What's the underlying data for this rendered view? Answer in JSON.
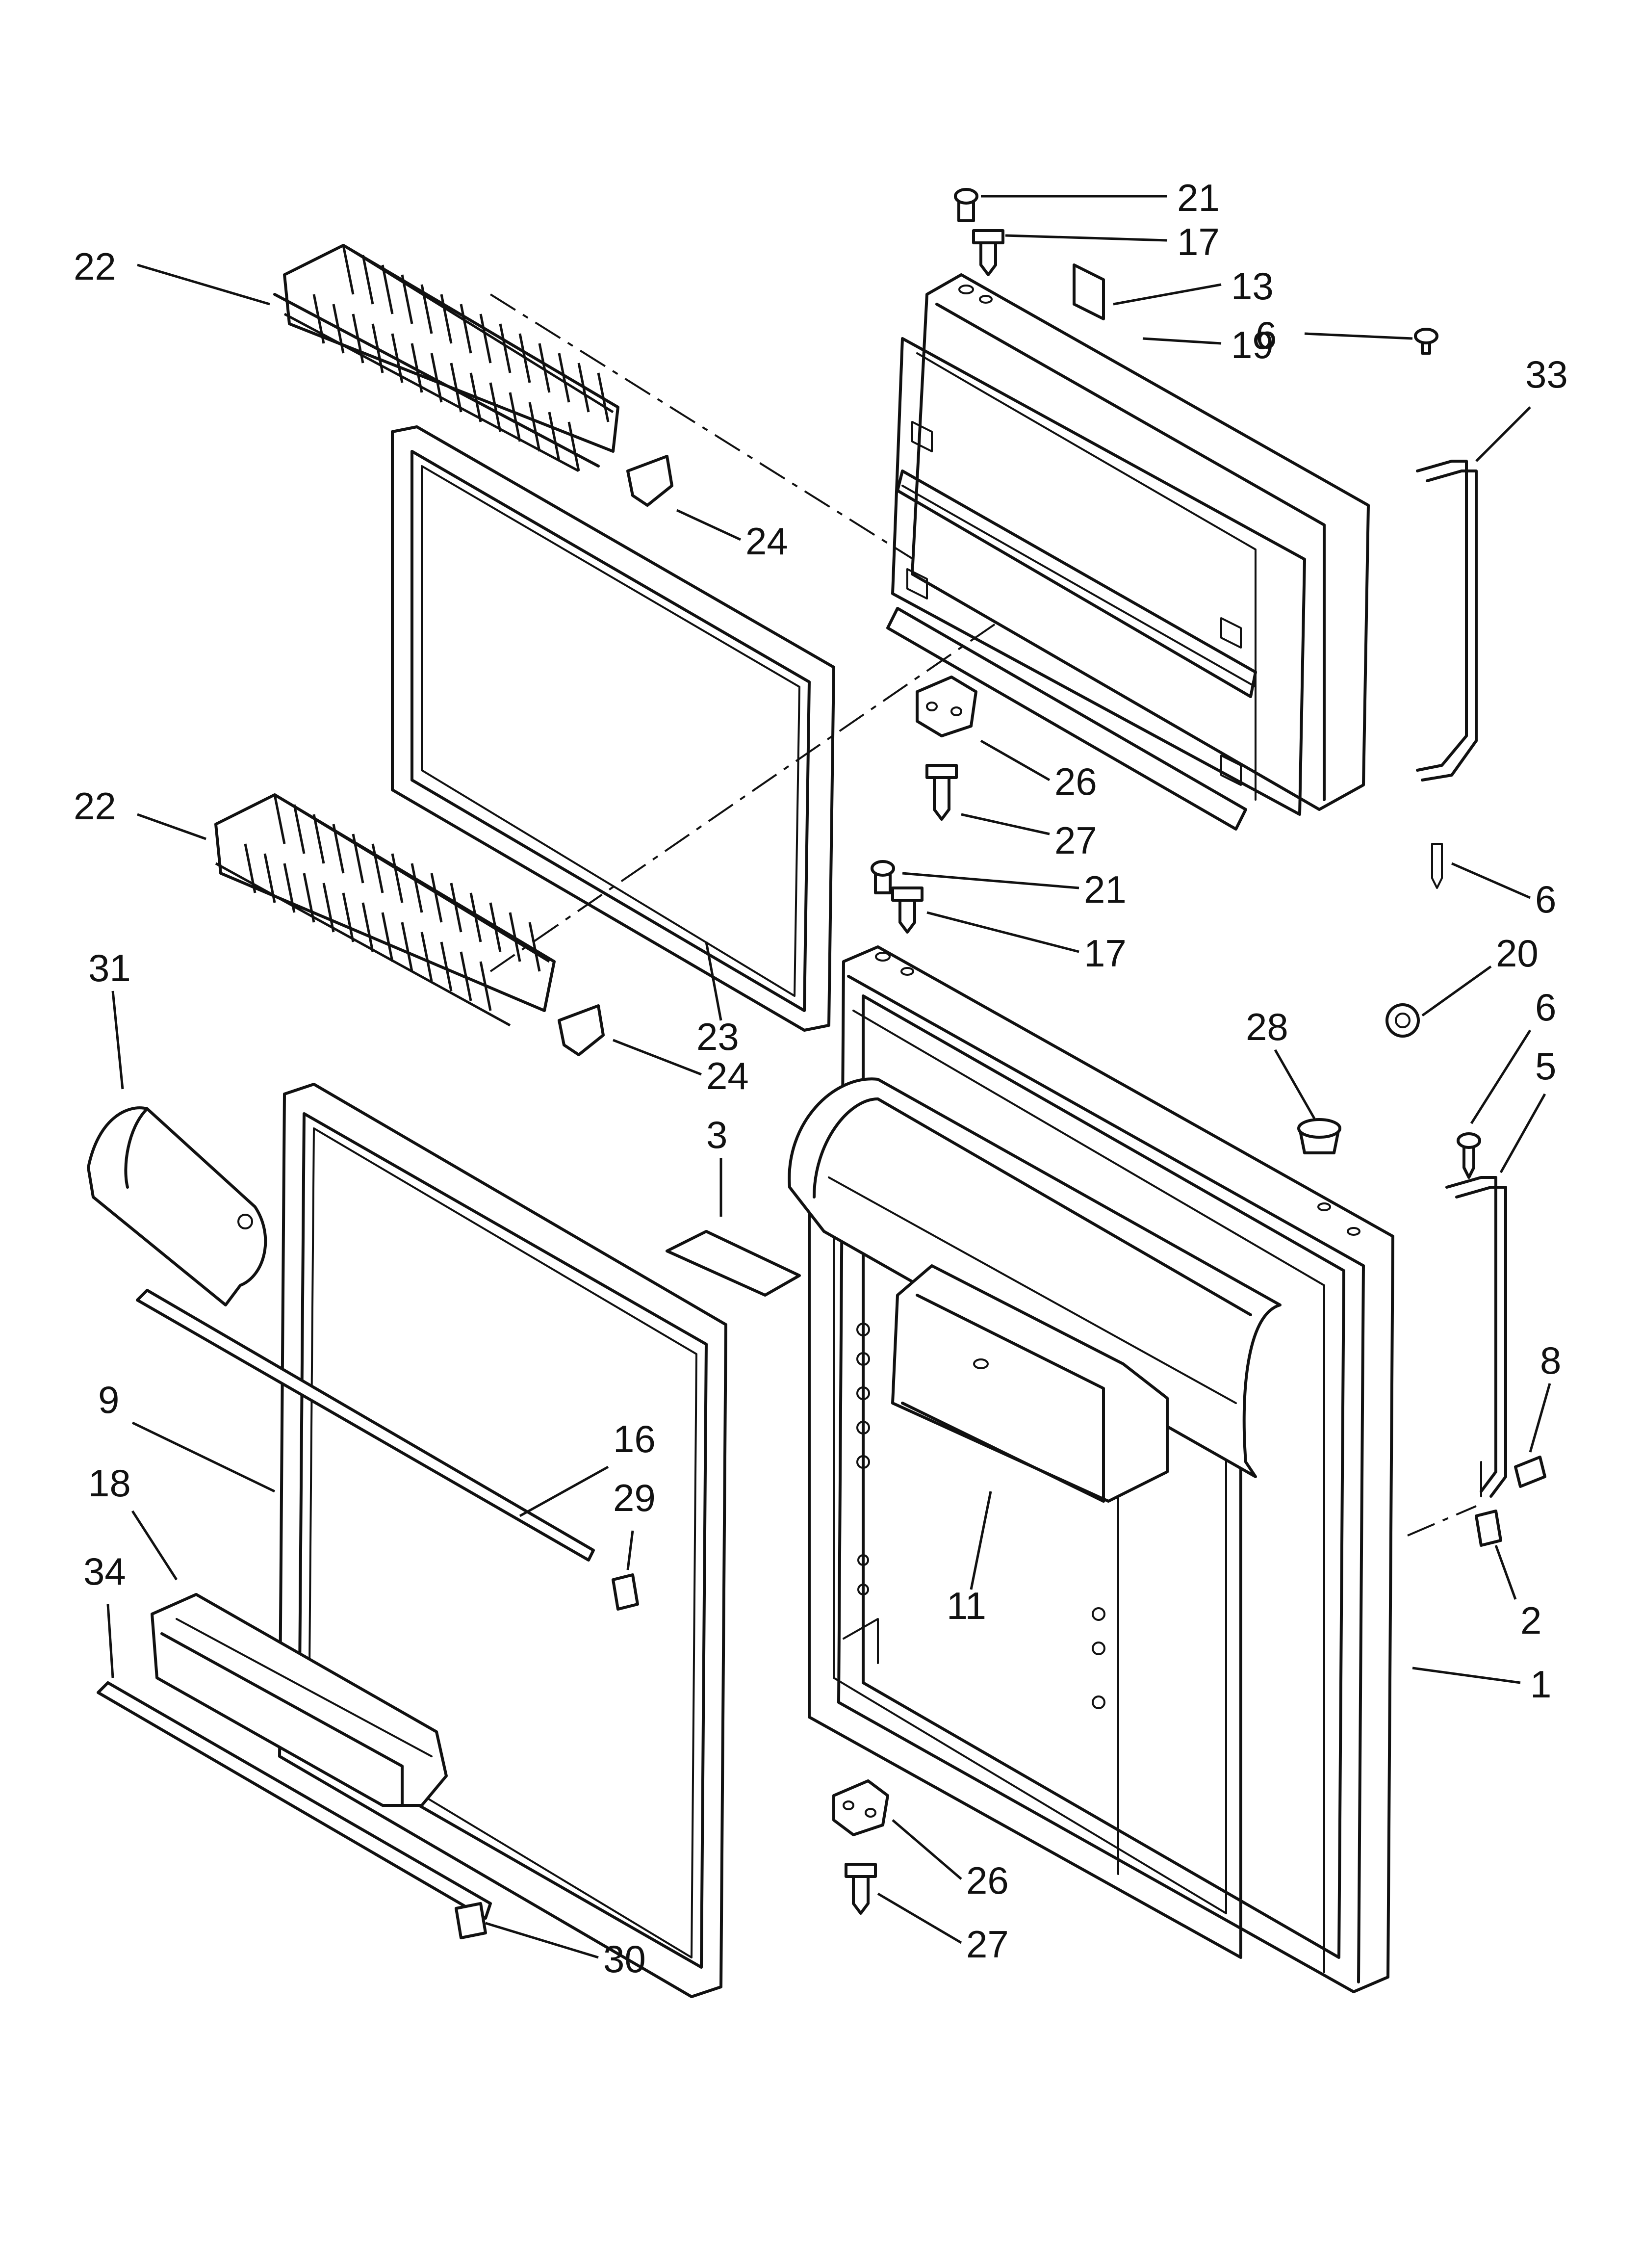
{
  "callouts": [
    {
      "id": "c21a",
      "text": "21"
    },
    {
      "id": "c17a",
      "text": "17"
    },
    {
      "id": "c13",
      "text": "13"
    },
    {
      "id": "c6a",
      "text": "6"
    },
    {
      "id": "c33",
      "text": "33"
    },
    {
      "id": "c19",
      "text": "19"
    },
    {
      "id": "c22a",
      "text": "22"
    },
    {
      "id": "c24a",
      "text": "24"
    },
    {
      "id": "c26a",
      "text": "26"
    },
    {
      "id": "c27a",
      "text": "27"
    },
    {
      "id": "c6b",
      "text": "6"
    },
    {
      "id": "c22b",
      "text": "22"
    },
    {
      "id": "c21b",
      "text": "21"
    },
    {
      "id": "c17b",
      "text": "17"
    },
    {
      "id": "c20",
      "text": "20"
    },
    {
      "id": "c6c",
      "text": "6"
    },
    {
      "id": "c5",
      "text": "5"
    },
    {
      "id": "c23",
      "text": "23"
    },
    {
      "id": "c28",
      "text": "28"
    },
    {
      "id": "c31",
      "text": "31"
    },
    {
      "id": "c24b",
      "text": "24"
    },
    {
      "id": "c3",
      "text": "3"
    },
    {
      "id": "c8",
      "text": "8"
    },
    {
      "id": "c9",
      "text": "9"
    },
    {
      "id": "c16",
      "text": "16"
    },
    {
      "id": "c29",
      "text": "29"
    },
    {
      "id": "c18",
      "text": "18"
    },
    {
      "id": "c34",
      "text": "34"
    },
    {
      "id": "c11",
      "text": "11"
    },
    {
      "id": "c2",
      "text": "2"
    },
    {
      "id": "c1",
      "text": "1"
    },
    {
      "id": "c26b",
      "text": "26"
    },
    {
      "id": "c27b",
      "text": "27"
    },
    {
      "id": "c30",
      "text": "30"
    }
  ]
}
